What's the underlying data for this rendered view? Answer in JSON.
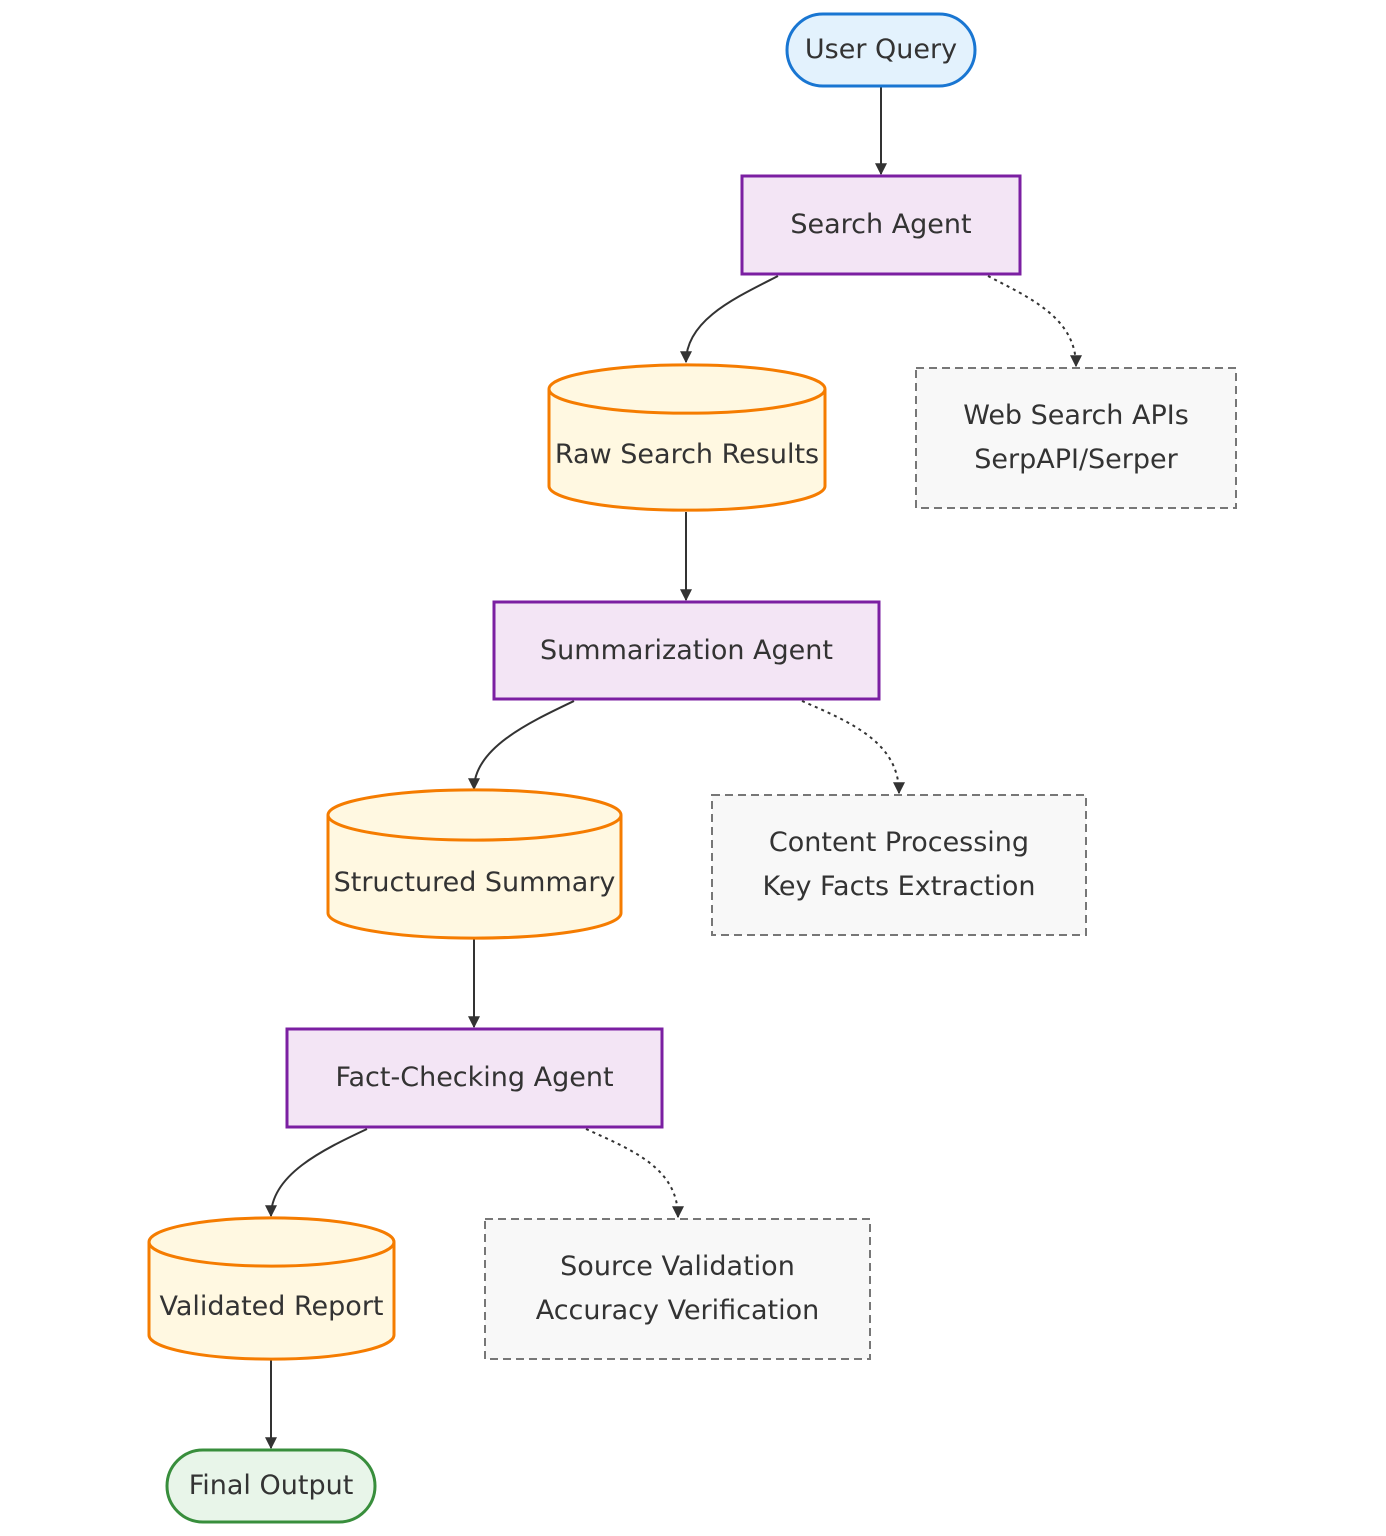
{
  "nodes": {
    "user_query": {
      "label": "User Query"
    },
    "search_agent": {
      "label": "Search Agent"
    },
    "raw_results": {
      "label": "Raw Search Results"
    },
    "web_search": {
      "lines": [
        "Web Search APIs",
        "SerpAPI/Serper"
      ]
    },
    "summarization_agent": {
      "label": "Summarization Agent"
    },
    "structured_summary": {
      "label": "Structured Summary"
    },
    "content_processing": {
      "lines": [
        "Content Processing",
        "Key Facts Extraction"
      ]
    },
    "fact_checking_agent": {
      "label": "Fact-Checking Agent"
    },
    "validated_report": {
      "label": "Validated Report"
    },
    "source_validation": {
      "lines": [
        "Source Validation",
        "Accuracy Verification"
      ]
    },
    "final_output": {
      "label": "Final Output"
    }
  },
  "edges": [
    {
      "from": "user_query",
      "to": "search_agent",
      "style": "solid"
    },
    {
      "from": "search_agent",
      "to": "raw_results",
      "style": "solid"
    },
    {
      "from": "search_agent",
      "to": "web_search",
      "style": "dotted"
    },
    {
      "from": "raw_results",
      "to": "summarization_agent",
      "style": "solid"
    },
    {
      "from": "summarization_agent",
      "to": "structured_summary",
      "style": "solid"
    },
    {
      "from": "summarization_agent",
      "to": "content_processing",
      "style": "dotted"
    },
    {
      "from": "structured_summary",
      "to": "fact_checking_agent",
      "style": "solid"
    },
    {
      "from": "fact_checking_agent",
      "to": "validated_report",
      "style": "solid"
    },
    {
      "from": "fact_checking_agent",
      "to": "source_validation",
      "style": "dotted"
    },
    {
      "from": "validated_report",
      "to": "final_output",
      "style": "solid"
    }
  ],
  "colors": {
    "terminal_start_fill": "#e3f2fd",
    "terminal_start_stroke": "#1976d2",
    "agent_fill": "#f3e5f5",
    "agent_stroke": "#7b1fa2",
    "data_fill": "#fff8e1",
    "data_stroke": "#f57c00",
    "tool_fill": "#f8f8f8",
    "tool_stroke": "#777777",
    "terminal_end_fill": "#e8f5e9",
    "terminal_end_stroke": "#388e3c",
    "edge": "#333333",
    "text": "#333333"
  }
}
